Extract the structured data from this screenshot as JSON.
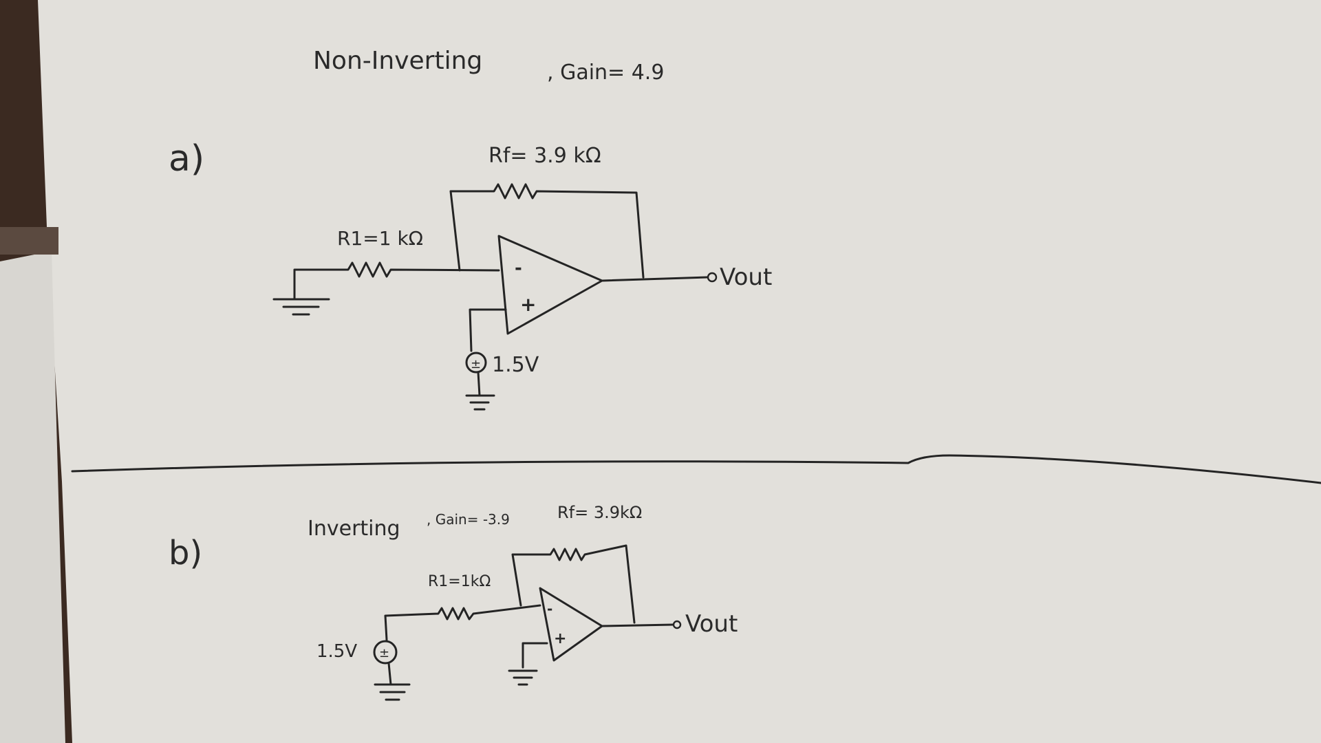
{
  "part_a": {
    "label": "a)",
    "title": "Non-Inverting",
    "gain": ", Gain= 4.9",
    "rf_label": "Rf= 3.9 kΩ",
    "r1_label": "R1=1 kΩ",
    "minus_sign": "-",
    "plus_sign": "+",
    "source_symbol": "±",
    "source_label": "1.5V",
    "output_label": "Vout"
  },
  "part_b": {
    "label": "b)",
    "title": "Inverting",
    "gain": ", Gain= -3.9",
    "rf_label": "Rf= 3.9kΩ",
    "r1_label": "R1=1kΩ",
    "minus_sign": "-",
    "plus_sign": "+",
    "source_symbol": "±",
    "source_label": "1.5V",
    "output_label": "Vout"
  }
}
